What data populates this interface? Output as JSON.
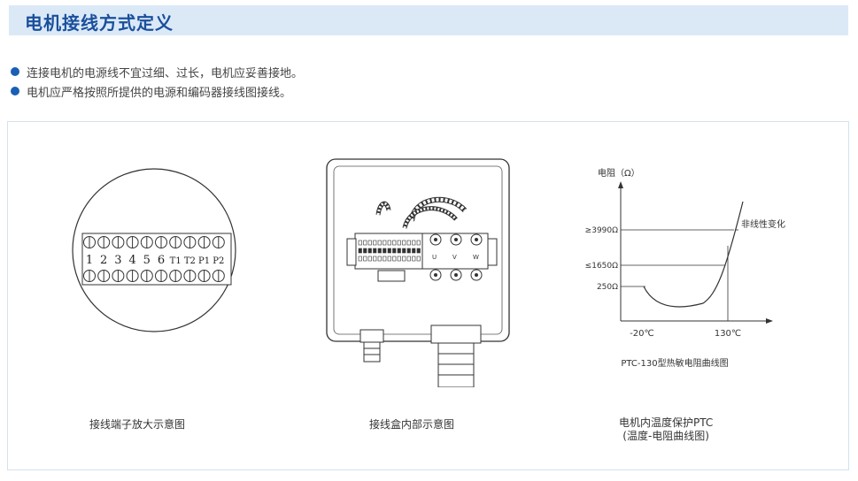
{
  "header": {
    "title": "电机接线方式定义"
  },
  "bullets": [
    "连接电机的电源线不宜过细、过长，电机应妥善接地。",
    "电机应严格按照所提供的电源和编码器接线图接线。"
  ],
  "figures": {
    "terminal": {
      "labels": [
        "1",
        "2",
        "3",
        "4",
        "5",
        "6",
        "T1",
        "T2",
        "P1",
        "P2"
      ],
      "caption": "接线端子放大示意图"
    },
    "junction_box": {
      "phases": [
        "U",
        "V",
        "W"
      ],
      "caption": "接线盒内部示意图"
    },
    "ptc": {
      "ylabel": "电阻（Ω）",
      "y_levels": [
        {
          "label": "≥3990Ω",
          "value": 3990
        },
        {
          "label": "≤1650Ω",
          "value": 1650
        },
        {
          "label": "250Ω",
          "value": 250
        }
      ],
      "x_marks": [
        "-20℃",
        "130℃"
      ],
      "annotation": "非线性变化",
      "chart_title": "PTC-130型热敏电阻曲线图",
      "caption_line1": "电机内温度保护PTC",
      "caption_line2": "(温度-电阻曲线图)"
    }
  },
  "colors": {
    "accent": "#1a4f9c",
    "title_bg": "#dbe9f7",
    "bullet": "#1a5fb4"
  }
}
